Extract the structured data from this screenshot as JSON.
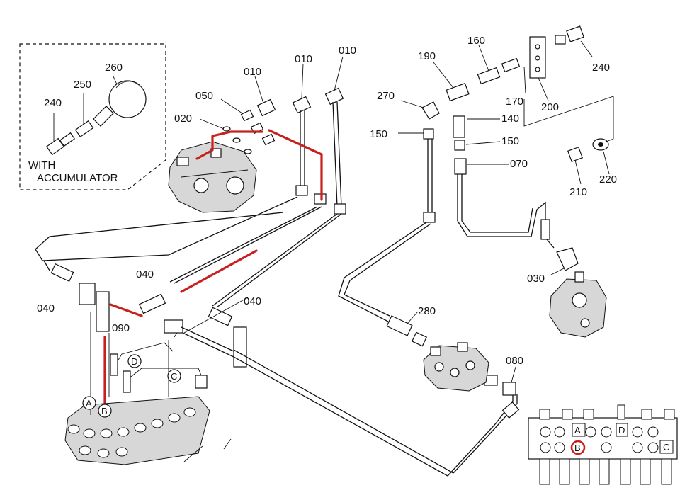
{
  "inset_accumulator": {
    "title_line1": "WITH",
    "title_line2": "ACCUMULATOR",
    "labels": [
      "240",
      "250",
      "260"
    ]
  },
  "part_labels": {
    "p010_a": "010",
    "p010_b": "010",
    "p010_c": "010",
    "p050": "050",
    "p020": "020",
    "p040_a": "040",
    "p040_b": "040",
    "p040_c": "040",
    "p090": "090",
    "p160": "160",
    "p190": "190",
    "p240": "240",
    "p270": "270",
    "p170": "170",
    "p200": "200",
    "p140": "140",
    "p150_a": "150",
    "p150_b": "150",
    "p070": "070",
    "p210": "210",
    "p220": "220",
    "p030": "030",
    "p280": "280",
    "p080": "080"
  },
  "ports": {
    "A": "A",
    "B": "B",
    "C": "C",
    "D": "D"
  },
  "valve_inset_ports": {
    "A": "A",
    "B": "B",
    "D": "D",
    "C": "C"
  },
  "colors": {
    "highlight": "#c8201e",
    "line": "#111111",
    "background": "#ffffff"
  }
}
